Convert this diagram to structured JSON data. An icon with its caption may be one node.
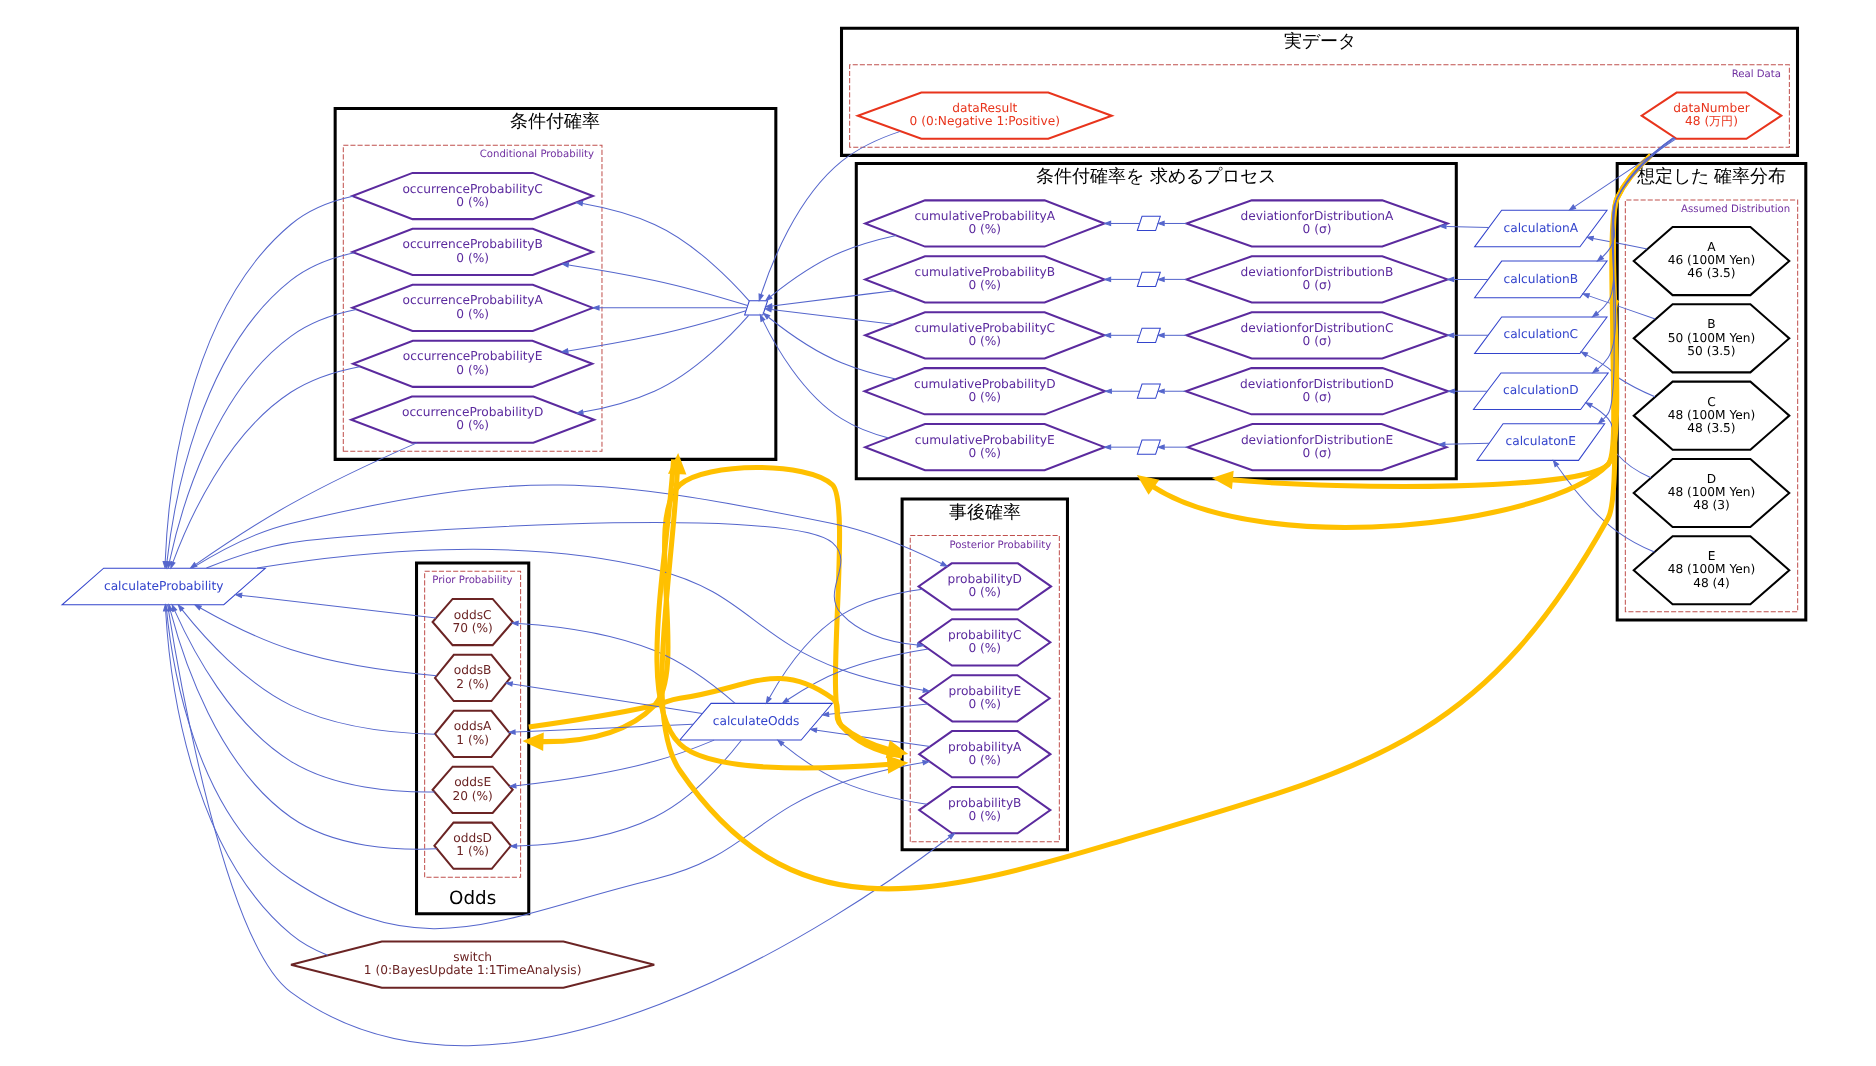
{
  "diagram": {
    "nodes": [
      {
        "text": [
          "事後確率"
        ]
      },
      {
        "text": [
          "Posterior Probability"
        ],
        "in": 0
      },
      {
        "text": [
          "probabilityA",
          "0 (%)"
        ],
        "in": 1
      },
      {
        "text": [
          "probabilityB",
          "0 (%)"
        ],
        "in": 1
      },
      {
        "text": [
          "probabilityC",
          "0 (%)"
        ],
        "in": 1
      },
      {
        "text": [
          "probabilityD",
          "0 (%)"
        ],
        "in": 1
      },
      {
        "text": [
          "probabilityE",
          "0 (%)"
        ],
        "in": 1
      },
      {
        "text": [
          "Odds"
        ]
      },
      {
        "text": [
          "Prior Probability"
        ],
        "in": 7
      },
      {
        "text": [
          "oddsA",
          "1 (%)"
        ],
        "in": 8
      },
      {
        "text": [
          "oddsB",
          "2 (%)"
        ],
        "in": 8
      },
      {
        "text": [
          "oddsC",
          "70 (%)"
        ],
        "in": 8
      },
      {
        "text": [
          "oddsD",
          "1 (%)"
        ],
        "in": 8
      },
      {
        "text": [
          "oddsE",
          "20 (%)"
        ],
        "in": 8
      },
      {
        "text": [
          "calculateOdds"
        ]
      },
      {
        "text": [
          "calculateProbability"
        ]
      },
      {
        "text": [
          "条件付確率"
        ]
      },
      {
        "text": [
          "Conditional Probability"
        ],
        "in": 16
      },
      {
        "text": [
          "occurrenceProbabilityA",
          "0 (%)"
        ],
        "in": 17
      },
      {
        "text": [
          "occurrenceProbabilityB",
          "0 (%)"
        ],
        "in": 17
      },
      {
        "text": [
          "occurrenceProbabilityC",
          "0 (%)"
        ],
        "in": 17
      },
      {
        "text": [
          "occurrenceProbabilityD",
          "0 (%)"
        ],
        "in": 17
      },
      {
        "text": [
          "occurrenceProbabilityE",
          "0 (%)"
        ],
        "in": 17
      },
      {
        "text": [],
        "shape": "parallelogram",
        "in": 16
      },
      {
        "text": [
          "switch",
          "1 (0:BayesUpdate 1:1TimeAnalysis)"
        ]
      },
      {
        "text": [
          "条件付確率を 求めるプロセス"
        ]
      },
      {
        "text": [
          "cumulativeProbabilityA",
          "0 (%)"
        ],
        "in": 25
      },
      {
        "text": [
          "cumulativeProbabilityB",
          "0 (%)"
        ],
        "in": 25
      },
      {
        "text": [
          "cumulativeProbabilityC",
          "0 (%)"
        ],
        "in": 25
      },
      {
        "text": [
          "cumulativeProbabilityD",
          "0 (%)"
        ],
        "in": 25
      },
      {
        "text": [
          "cumulativeProbabilityE",
          "0 (%)"
        ],
        "in": 25
      },
      {
        "text": [],
        "shape": "parallelogram",
        "in": 25
      },
      {
        "text": [],
        "shape": "parallelogram",
        "in": 25
      },
      {
        "text": [],
        "shape": "parallelogram",
        "in": 25
      },
      {
        "text": [],
        "shape": "parallelogram",
        "in": 25
      },
      {
        "text": [],
        "shape": "parallelogram",
        "in": 25
      },
      {
        "text": [
          "deviationforDistributionA",
          "0 (σ)"
        ],
        "in": 25
      },
      {
        "text": [
          "deviationforDistributionB",
          "0 (σ)"
        ],
        "in": 25
      },
      {
        "text": [
          "deviationforDistributionC",
          "0 (σ)"
        ],
        "in": 25
      },
      {
        "text": [
          "deviationforDistributionD",
          "0 (σ)"
        ],
        "in": 25
      },
      {
        "text": [
          "deviationforDistributionE",
          "0 (σ)"
        ],
        "in": 25
      },
      {
        "text": [
          "calculationA"
        ]
      },
      {
        "text": [
          "calculationB"
        ]
      },
      {
        "text": [
          "calculationC"
        ]
      },
      {
        "text": [
          "calculationD"
        ]
      },
      {
        "text": [
          "calculatonE"
        ]
      },
      {
        "text": [
          "想定した 確率分布"
        ]
      },
      {
        "text": [
          "Assumed Distribution"
        ],
        "in": 46
      },
      {
        "text": [
          "A",
          "46 (100M Yen)",
          "46 (3.5)"
        ],
        "in": 47
      },
      {
        "text": [
          "B",
          "50 (100M Yen)",
          "50 (3.5)"
        ],
        "in": 47
      },
      {
        "text": [
          "C",
          "48 (100M Yen)",
          "48 (3.5)"
        ],
        "in": 47
      },
      {
        "text": [
          "D",
          "48 (100M Yen)",
          "48 (3)"
        ],
        "in": 47
      },
      {
        "text": [
          "E",
          "48 (100M Yen)",
          "48 (4)"
        ],
        "in": 47
      },
      {
        "text": [
          "実データ"
        ]
      },
      {
        "text": [
          "Real Data"
        ],
        "in": 53
      },
      {
        "text": [
          "dataNumber",
          "48 (万円)"
        ],
        "in": 54
      },
      {
        "text": [
          "dataResult",
          "0 (0:Negative 1:Positive)"
        ],
        "in": 54
      }
    ],
    "edges": [
      {
        "from": 48,
        "to": 41,
        "arrow": "to"
      },
      {
        "from": 49,
        "to": 42,
        "arrow": "to"
      },
      {
        "from": 50,
        "to": 43,
        "arrow": "to"
      },
      {
        "from": 51,
        "to": 44,
        "arrow": "to"
      },
      {
        "from": 52,
        "to": 45,
        "arrow": "to"
      },
      {
        "from": 55,
        "to": 41,
        "arrow": "to"
      },
      {
        "from": 55,
        "to": 42,
        "arrow": "to"
      },
      {
        "from": 55,
        "to": 43,
        "arrow": "to"
      },
      {
        "from": 55,
        "to": 44,
        "arrow": "to"
      },
      {
        "from": 55,
        "to": 45,
        "arrow": "to"
      },
      {
        "from": 41,
        "to": 36,
        "arrow": "to"
      },
      {
        "from": 42,
        "to": 37,
        "arrow": "to"
      },
      {
        "from": 43,
        "to": 38,
        "arrow": "to"
      },
      {
        "from": 44,
        "to": 39,
        "arrow": "to"
      },
      {
        "from": 45,
        "to": 40,
        "arrow": "to"
      },
      {
        "from": 36,
        "to": 31,
        "arrow": "to"
      },
      {
        "from": 37,
        "to": 32,
        "arrow": "to"
      },
      {
        "from": 38,
        "to": 33,
        "arrow": "to"
      },
      {
        "from": 39,
        "to": 34,
        "arrow": "to"
      },
      {
        "from": 40,
        "to": 35,
        "arrow": "to"
      },
      {
        "from": 31,
        "to": 26,
        "arrow": "to"
      },
      {
        "from": 32,
        "to": 27,
        "arrow": "to"
      },
      {
        "from": 33,
        "to": 28,
        "arrow": "to"
      },
      {
        "from": 34,
        "to": 29,
        "arrow": "to"
      },
      {
        "from": 35,
        "to": 30,
        "arrow": "to"
      },
      {
        "from": 26,
        "to": 23,
        "arrow": "to"
      },
      {
        "from": 27,
        "to": 23,
        "arrow": "to"
      },
      {
        "from": 28,
        "to": 23,
        "arrow": "to"
      },
      {
        "from": 29,
        "to": 23,
        "arrow": "to"
      },
      {
        "from": 30,
        "to": 23,
        "arrow": "to"
      },
      {
        "from": 56,
        "to": 23,
        "arrow": "to"
      },
      {
        "from": 23,
        "to": 18,
        "arrow": "to"
      },
      {
        "from": 23,
        "to": 19,
        "arrow": "to"
      },
      {
        "from": 23,
        "to": 20,
        "arrow": "to"
      },
      {
        "from": 23,
        "to": 21,
        "arrow": "to"
      },
      {
        "from": 23,
        "to": 22,
        "arrow": "to"
      },
      {
        "from": 18,
        "to": 15,
        "arrow": "to"
      },
      {
        "from": 19,
        "to": 15,
        "arrow": "to"
      },
      {
        "from": 20,
        "to": 15,
        "arrow": "to"
      },
      {
        "from": 21,
        "to": 15,
        "arrow": "to"
      },
      {
        "from": 22,
        "to": 15,
        "arrow": "to"
      },
      {
        "from": 9,
        "to": 15,
        "arrow": "to"
      },
      {
        "from": 10,
        "to": 15,
        "arrow": "to"
      },
      {
        "from": 11,
        "to": 15,
        "arrow": "to"
      },
      {
        "from": 12,
        "to": 15,
        "arrow": "to"
      },
      {
        "from": 13,
        "to": 15,
        "arrow": "to"
      },
      {
        "from": 24,
        "to": 15,
        "arrow": "to"
      },
      {
        "from": 15,
        "to": 2,
        "arrow": "to"
      },
      {
        "from": 15,
        "to": 3,
        "arrow": "to"
      },
      {
        "from": 15,
        "to": 4,
        "arrow": "to"
      },
      {
        "from": 15,
        "to": 5,
        "arrow": "to"
      },
      {
        "from": 15,
        "to": 6,
        "arrow": "to"
      },
      {
        "from": 2,
        "to": 14,
        "arrow": "to"
      },
      {
        "from": 3,
        "to": 14,
        "arrow": "to"
      },
      {
        "from": 4,
        "to": 14,
        "arrow": "to"
      },
      {
        "from": 5,
        "to": 14,
        "arrow": "to"
      },
      {
        "from": 6,
        "to": 14,
        "arrow": "to"
      },
      {
        "from": 14,
        "to": 9,
        "arrow": "to"
      },
      {
        "from": 14,
        "to": 10,
        "arrow": "to"
      },
      {
        "from": 14,
        "to": 11,
        "arrow": "to"
      },
      {
        "from": 14,
        "to": 12,
        "arrow": "to"
      },
      {
        "from": 14,
        "to": 13,
        "arrow": "to"
      },
      {
        "from": 0,
        "to": 7,
        "arrow": "to",
        "style": "thick",
        "color": "#ffc000"
      },
      {
        "from": 7,
        "to": 0,
        "arrow": "to",
        "style": "thick",
        "color": "#ffc000"
      },
      {
        "from": 16,
        "to": 0,
        "arrow": "to",
        "style": "thick",
        "color": "#ffc000"
      },
      {
        "from": 46,
        "to": 25,
        "arrow": "to",
        "style": "thick",
        "color": "#ffc000"
      },
      {
        "from": 53,
        "to": 25,
        "arrow": "to",
        "style": "thick",
        "color": "#ffc000"
      },
      {
        "from": 53,
        "to": 16,
        "arrow": "to",
        "style": "thick",
        "color": "#ffc000"
      }
    ]
  }
}
